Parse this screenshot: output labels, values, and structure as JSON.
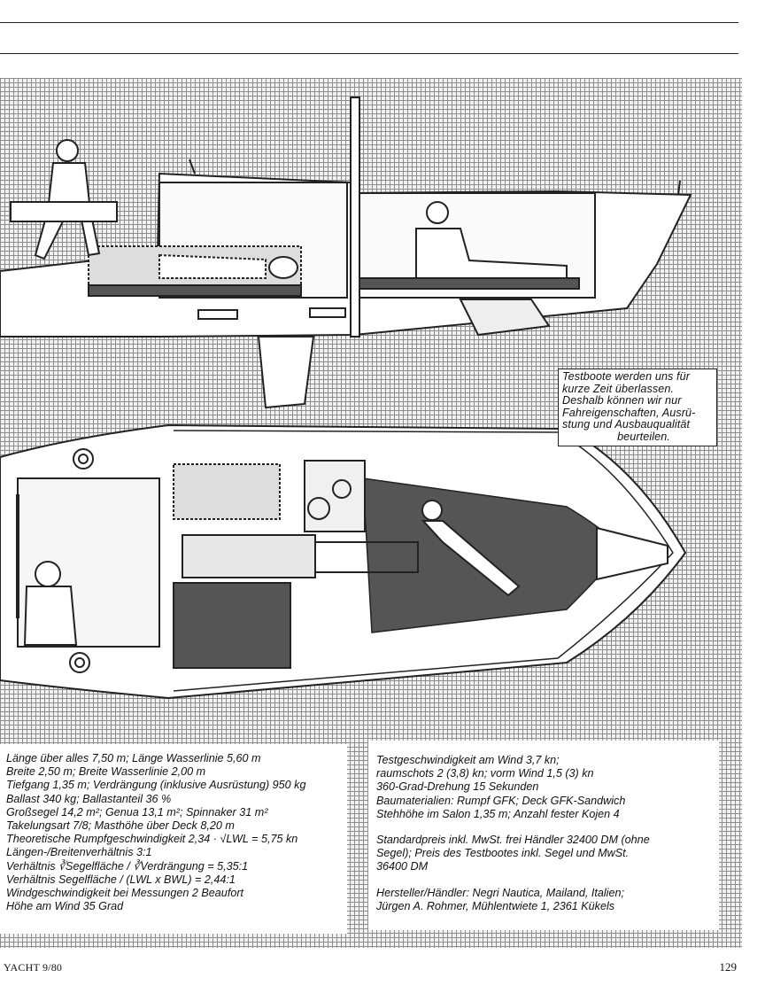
{
  "notice": {
    "lines": [
      "Testboote werden uns für",
      "kurze Zeit überlassen.",
      "Deshalb können wir nur",
      "Fahreigenschaften, Ausrü-",
      "stung und Ausbauqualität",
      "beurteilen."
    ]
  },
  "specs_left": [
    "Länge über alles 7,50 m; Länge Wasserlinie 5,60 m",
    "Breite 2,50 m; Breite Wasserlinie 2,00 m",
    "Tiefgang 1,35 m; Verdrängung (inklusive Ausrüstung) 950 kg",
    "Ballast 340 kg; Ballastanteil 36 %",
    "Großsegel 14,2 m²; Genua 13,1 m²; Spinnaker 31 m²",
    "Takelungsart 7/8; Masthöhe über Deck 8,20 m",
    "Theoretische Rumpfgeschwindigkeit 2,34 · √LWL = 5,75 kn",
    "Längen-/Breitenverhältnis 3:1",
    "Verhältnis ∛Segelfläche / ∛Verdrängung = 5,35:1",
    "Verhältnis Segelfläche / (LWL x BWL) = 2,44:1",
    "Windgeschwindigkeit bei Messungen 2 Beaufort",
    "Höhe am Wind 35 Grad"
  ],
  "specs_right": {
    "block1": [
      "Testgeschwindigkeit am Wind 3,7 kn;",
      "raumschots 2 (3,8) kn; vorm Wind 1,5 (3) kn",
      "360-Grad-Drehung 15 Sekunden",
      "Baumaterialien: Rumpf GFK; Deck GFK-Sandwich",
      "Stehhöhe im Salon 1,35 m; Anzahl fester Kojen 4"
    ],
    "block2": [
      "Standardpreis inkl. MwSt. frei Händler 32400 DM (ohne",
      "Segel); Preis des Testbootes inkl. Segel und MwSt.",
      "36400 DM"
    ],
    "block3": [
      "Hersteller/Händler: Negri Nautica, Mailand, Italien;",
      "Jürgen A. Rohmer, Mühlentwiete 1, 2361 Kükels"
    ]
  },
  "footer": {
    "magazine": "YACHT 9/80",
    "page_number": "129"
  }
}
